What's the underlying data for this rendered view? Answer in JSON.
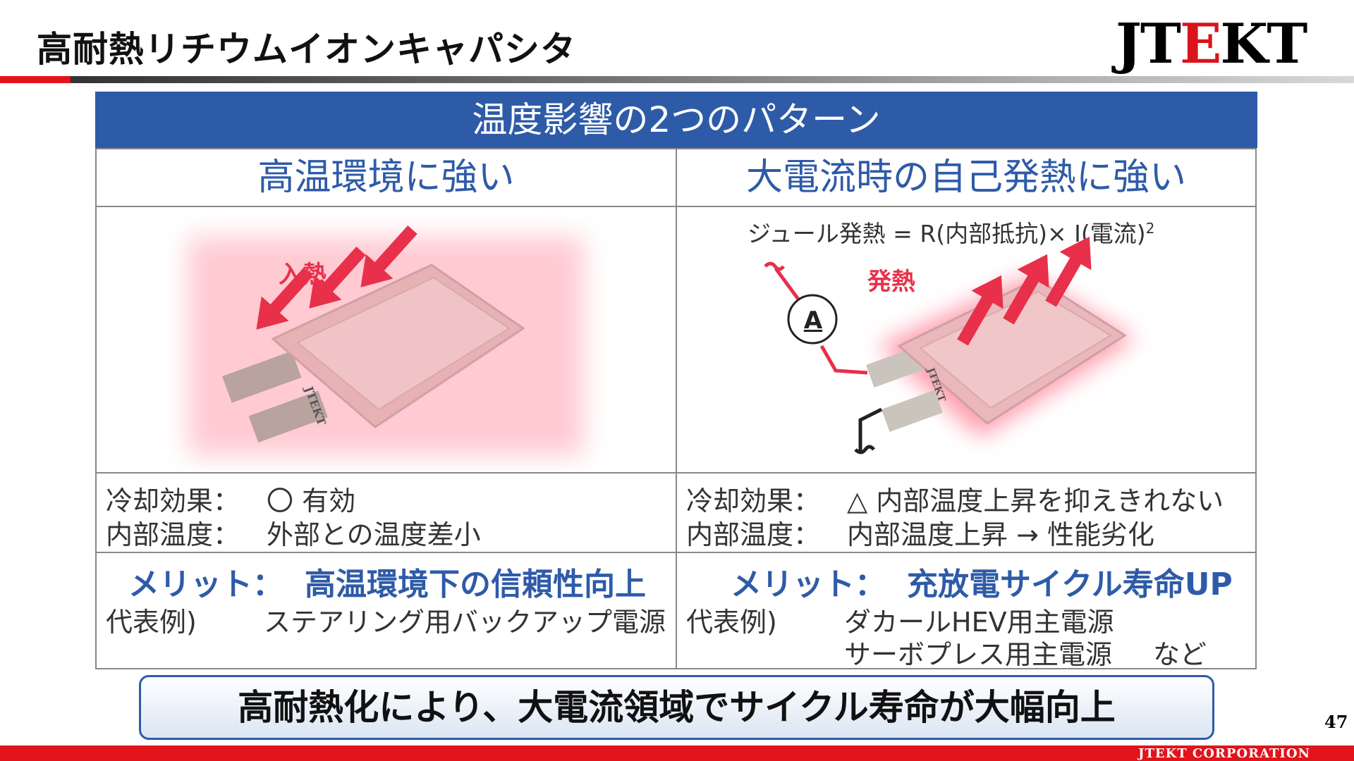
{
  "slide": {
    "title": "高耐熱リチウムイオンキャパシタ",
    "logo": "JTEKT",
    "page_number": "47",
    "footer": "JTEKT  CORPORATION"
  },
  "table": {
    "header": "温度影響の2つのパターン",
    "left": {
      "heading": "高温環境に強い",
      "image_label": "入熱",
      "cooling_label": "冷却効果：",
      "cooling_value": "〇  有効",
      "internal_label": "内部温度：",
      "internal_value": "外部との温度差小",
      "merit_label": "メリット：",
      "merit_value": "高温環境下の信頼性向上",
      "example_label": "代表例)",
      "example_line1": "ステアリング用バックアップ電源"
    },
    "right": {
      "heading": "大電流時の自己発熱に強い",
      "formula": "ジュール発熱  =  R(内部抵抗)× I(電流)",
      "formula_sup": "2",
      "image_label": "発熱",
      "ammeter_label": "A",
      "cooling_label": "冷却効果：",
      "cooling_value": "△ 内部温度上昇を抑えきれない",
      "internal_label": "内部温度：",
      "internal_value": "内部温度上昇 → 性能劣化",
      "merit_label": "メリット：",
      "merit_value": "充放電サイクル寿命UP",
      "example_label": "代表例)",
      "example_line1": "ダカールHEV用主電源",
      "example_line2": "サーボプレス用主電源",
      "example_line2_tail": "など"
    }
  },
  "summary": "高耐熱化により、大電流領域でサイクル寿命が大幅向上",
  "colors": {
    "brand_red": "#e2131b",
    "header_blue": "#2e5ba8",
    "heat_pink": "#ff8fa0",
    "arrow_red": "#e8304b"
  }
}
